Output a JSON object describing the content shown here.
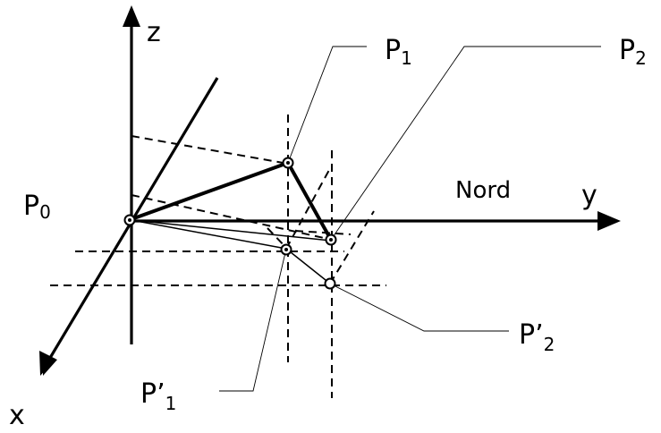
{
  "axes": {
    "z_label": "z",
    "y_label": "y",
    "x_label": "x",
    "north_label": "Nord"
  },
  "points": {
    "p0": {
      "base": "P",
      "sub": "0",
      "prime": ""
    },
    "p1": {
      "base": "P",
      "sub": "1",
      "prime": ""
    },
    "p2": {
      "base": "P",
      "sub": "2",
      "prime": ""
    },
    "p1_proj": {
      "base": "P",
      "sub": "1",
      "prime": "’"
    },
    "p2_proj": {
      "base": "P",
      "sub": "2",
      "prime": "’"
    }
  }
}
